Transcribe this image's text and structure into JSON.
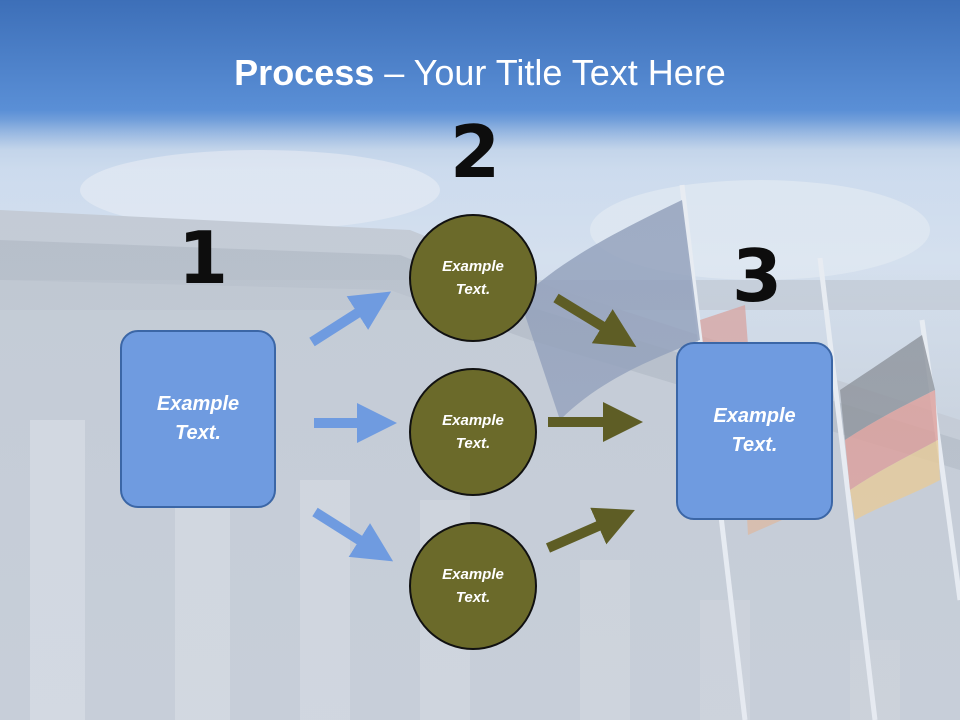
{
  "title": {
    "bold": "Process",
    "dash": " – ",
    "rest": "Your Title Text Here"
  },
  "steps": [
    {
      "number": "1",
      "text": "Example\nText."
    },
    {
      "number": "2"
    },
    {
      "number": "3",
      "text": "Example\nText."
    }
  ],
  "circles": [
    {
      "text": "Example\nText."
    },
    {
      "text": "Example\nText."
    },
    {
      "text": "Example\nText."
    }
  ],
  "colors": {
    "box": "#6f9be0",
    "circle": "#6b6a2a",
    "arrow_blue": "#6f9be0",
    "arrow_olive": "#5e5d25"
  }
}
